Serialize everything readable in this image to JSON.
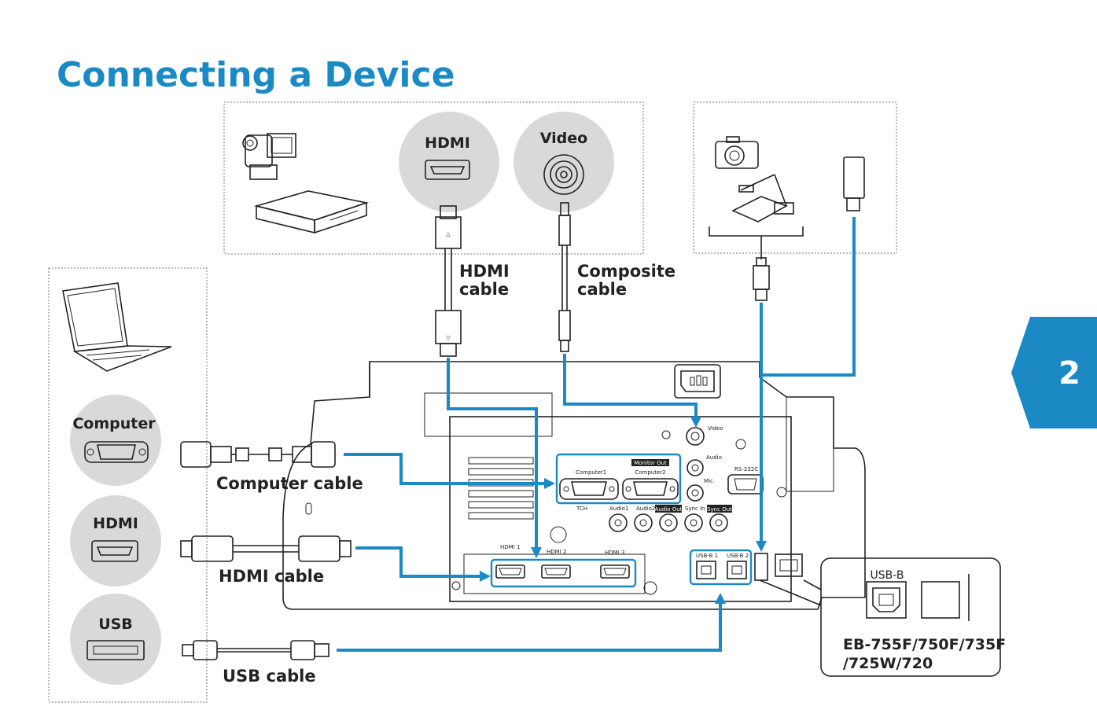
{
  "title": "Connecting a Device",
  "chapter_number": "2",
  "colors": {
    "accent": "#1b8ac4",
    "circle_fill": "#d9d9d9"
  },
  "source_groups": {
    "top_left": {
      "circles": [
        {
          "label": "HDMI",
          "icon": "hdmi-port-icon"
        },
        {
          "label": "Video",
          "icon": "rca-jack-icon"
        }
      ],
      "devices": [
        "camcorder-icon",
        "dvd-player-icon"
      ]
    },
    "left": {
      "circles": [
        {
          "label": "Computer",
          "icon": "vga-port-icon"
        },
        {
          "label": "HDMI",
          "icon": "hdmi-port-icon"
        },
        {
          "label": "USB",
          "icon": "usb-port-icon"
        }
      ],
      "devices": [
        "laptop-icon"
      ]
    },
    "top_right": {
      "devices": [
        "camera-icon",
        "document-camera-icon",
        "usb-flash-drive-icon"
      ]
    }
  },
  "cables": {
    "hdmi_top": "HDMI cable",
    "composite": "Composite cable",
    "computer": "Computer cable",
    "hdmi_left": "HDMI cable",
    "usb": "USB cable"
  },
  "projector_ports": {
    "video": "Video",
    "audio": "Audio",
    "mic": "Mic",
    "rs232c": "RS-232C",
    "computer1": "Computer1",
    "monitor_out": "Monitor Out",
    "computer2": "Computer2",
    "tch": "TCH",
    "audio1": "Audio1",
    "audio2": "Audio2",
    "audio_out": "Audio Out",
    "sync_in": "Sync In",
    "sync_out": "Sync Out",
    "hdmi1": "HDMI 1",
    "hdmi2": "HDMI 2",
    "hdmi3": "HDMI 3",
    "usb_b1": "USB-B 1",
    "usb_b2": "USB-B 2"
  },
  "callout": {
    "port_label": "USB-B",
    "models": [
      "EB-755F/750F/735F",
      "/725W/720"
    ]
  }
}
